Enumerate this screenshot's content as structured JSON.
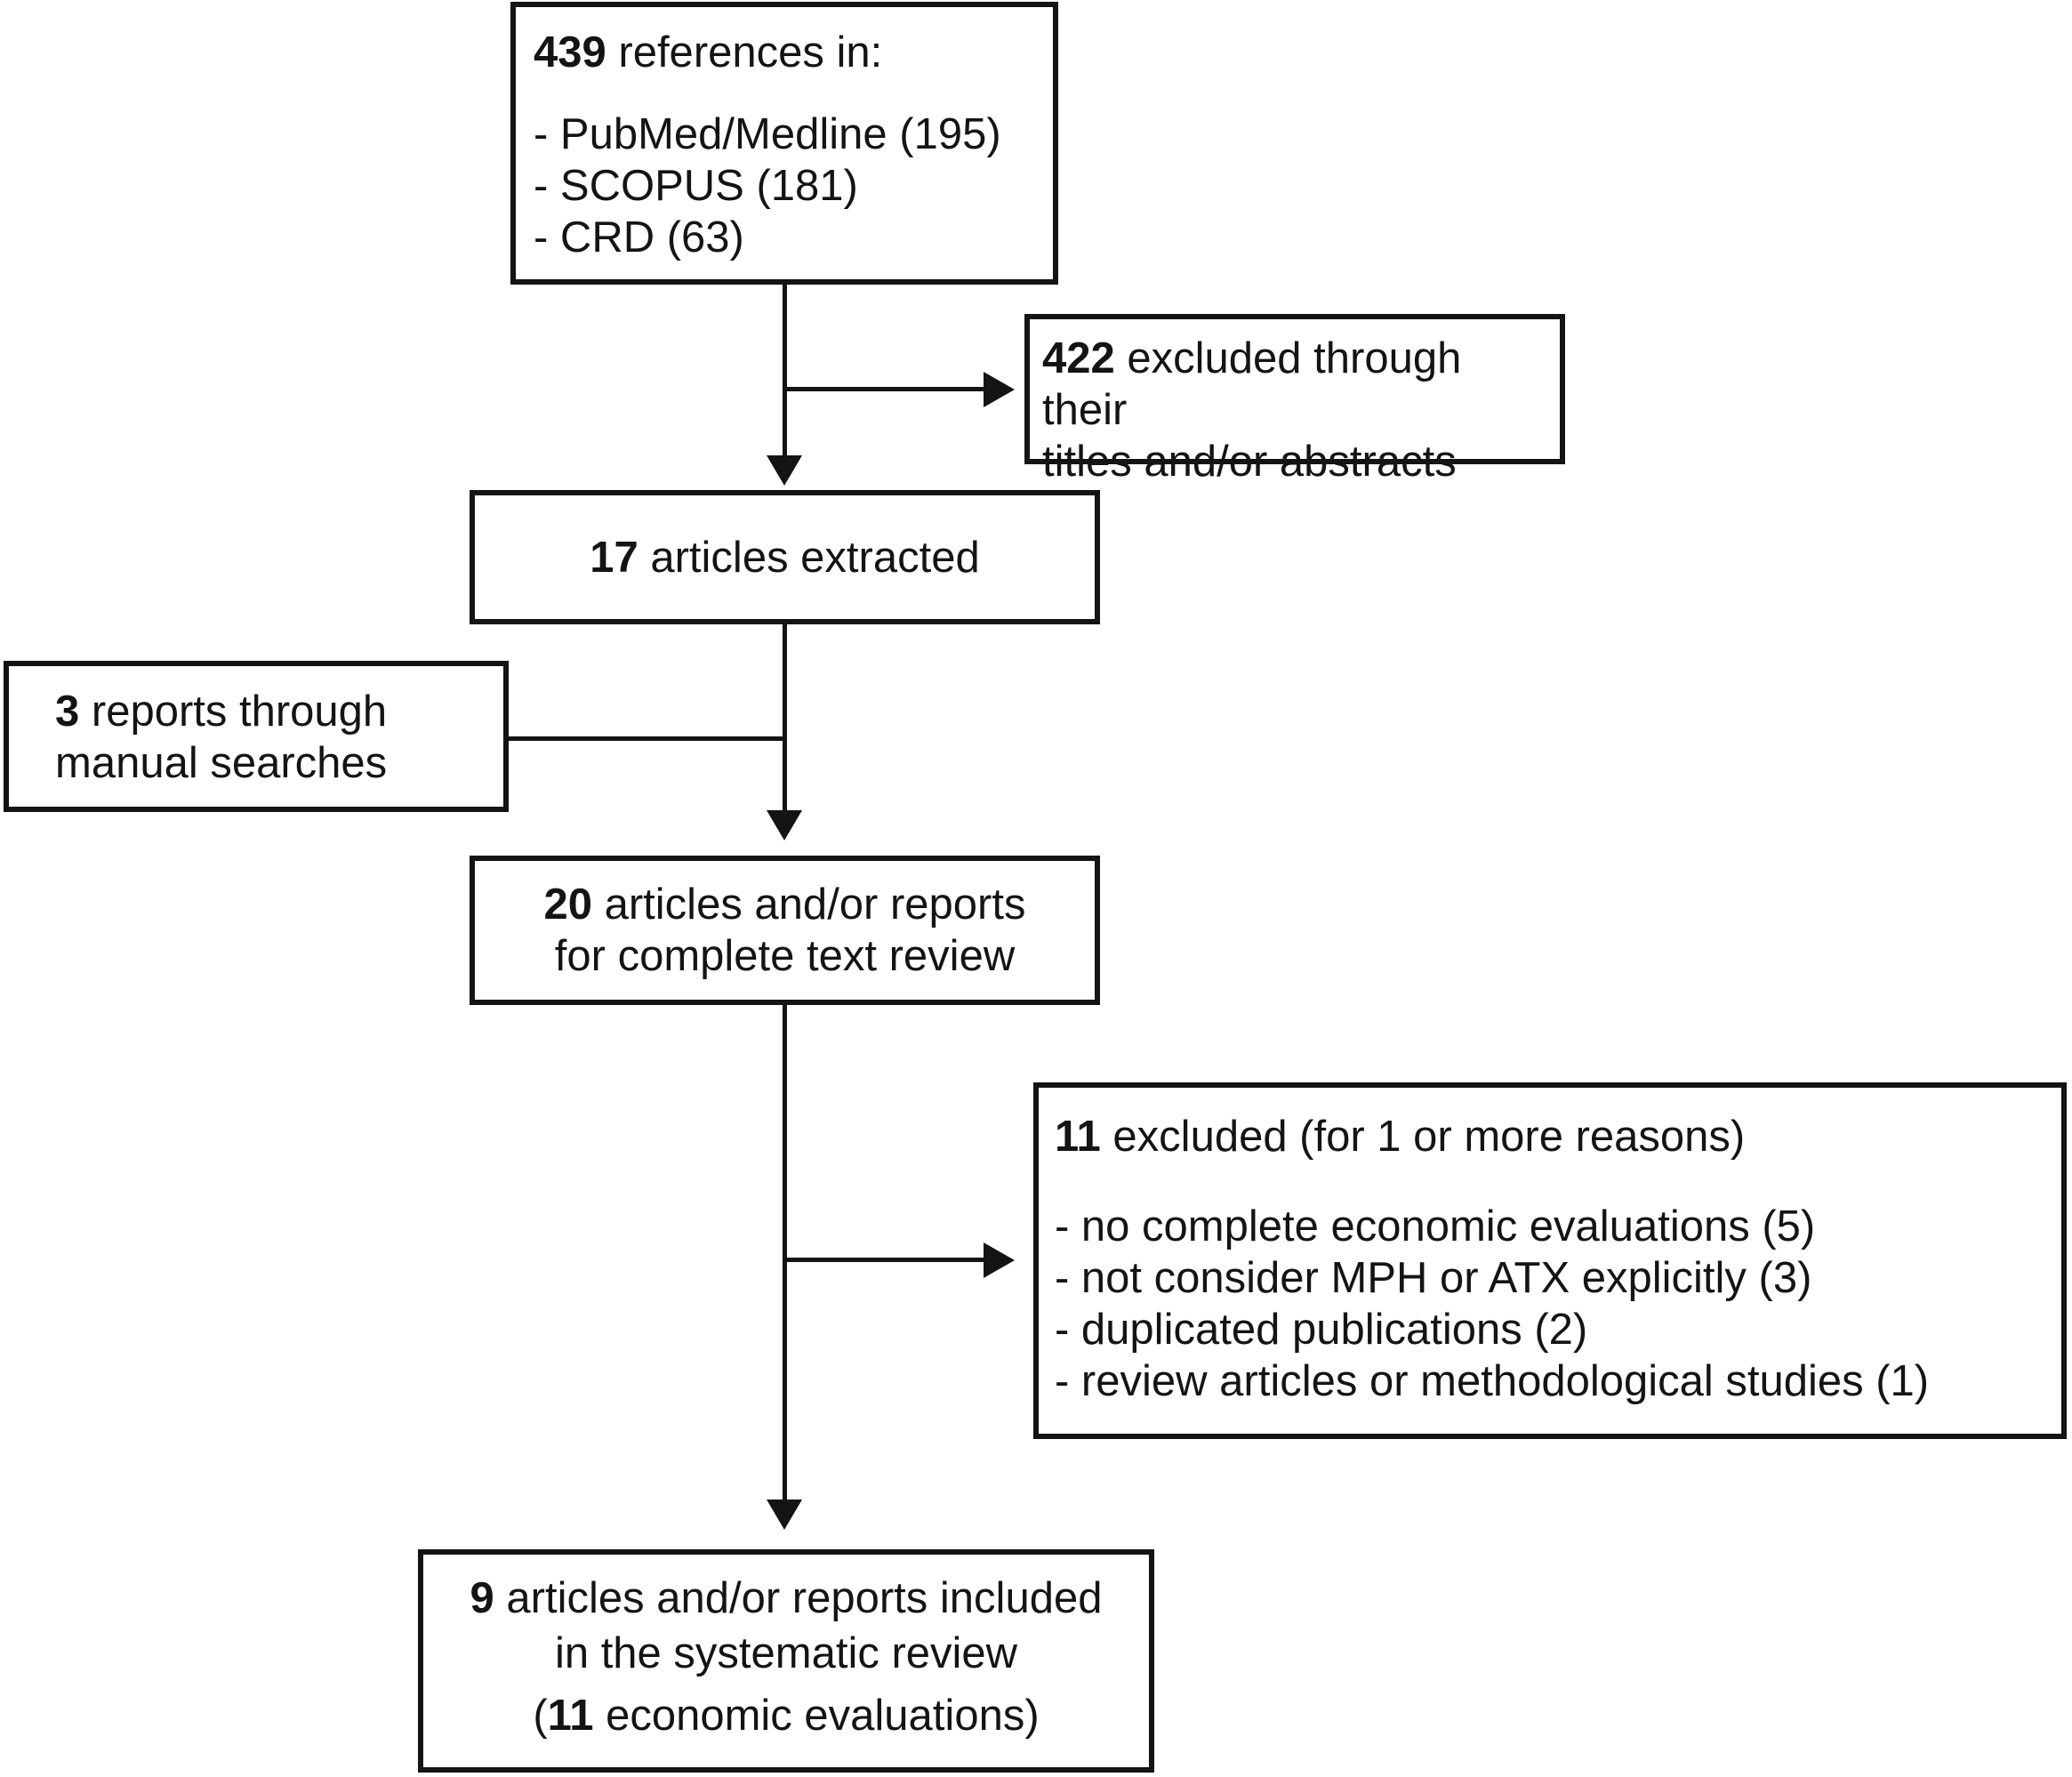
{
  "figure": {
    "type": "flowchart",
    "colors": {
      "ink": "#141414",
      "background": "#ffffff"
    }
  },
  "nodes": {
    "references": {
      "count": "439",
      "label": " references in:",
      "items": [
        "- PubMed/Medline (195)",
        "- SCOPUS (181)",
        "- CRD (63)"
      ]
    },
    "excluded_titles": {
      "count": "422",
      "label_line1": " excluded through their",
      "label_line2": "titles and/or abstracts"
    },
    "extracted": {
      "count": "17",
      "label": " articles extracted"
    },
    "manual_searches": {
      "count": "3",
      "label_line1": " reports through",
      "label_line2": "manual searches"
    },
    "full_text_review": {
      "count": "20",
      "label_line1": " articles and/or reports",
      "label_line2": "for complete text review"
    },
    "excluded_full_text": {
      "count": "11",
      "label": " excluded (for 1 or more reasons)",
      "items": [
        "- no complete economic evaluations (5)",
        "- not consider MPH or ATX explicitly (3)",
        "- duplicated publications (2)",
        "- review articles or methodological studies (1)"
      ]
    },
    "included": {
      "count": "9",
      "label_line1": " articles and/or reports included",
      "label_line2": "in the systematic review",
      "line3_prefix": "(",
      "line3_count": "11",
      "line3_rest": " economic evaluations)"
    }
  }
}
